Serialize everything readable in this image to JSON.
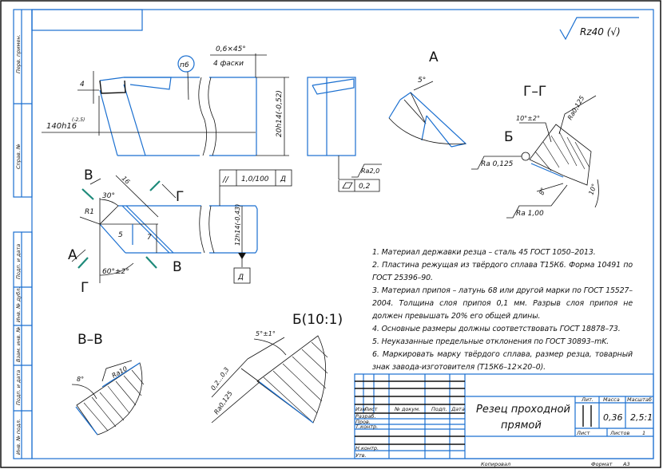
{
  "drawing": {
    "roughness_general": "Rz40 (√)",
    "views": {
      "view_a": "А",
      "section_gg": "Г–Г",
      "detail_b_mark": "Б",
      "section_vv": "В–В",
      "detail_b": "Б(10:1)"
    },
    "section_marks": {
      "v1": "В",
      "g1": "Г",
      "a": "А",
      "g2": "Г",
      "v2": "В"
    },
    "dimensions": {
      "length": "140h16",
      "length_tol": "(-2,5)",
      "height": "20h14(-0,52)",
      "width": "12h14(-0,43)",
      "insert_offset": "4",
      "chamfer": "0,6×45°",
      "chamfer_note": "4 фаски",
      "position": "п6",
      "angle_30": "30°",
      "dim_16": "16",
      "radius": "R1",
      "dim_5": "5",
      "dim_7": "7",
      "angle_60": "60°±2°",
      "angle_5": "5°",
      "angle_10_2": "10°±2°",
      "angle_8": "8°",
      "angle_10": "10°",
      "angle_8_vv": "8°",
      "angle_5_1": "5°±1°",
      "land": "0,2...0,3"
    },
    "roughness": {
      "ra20": "Ra2,0",
      "ra0125_a": "Ra0,125",
      "ra0125_b": "Ra 0,125",
      "ra100": "Ra 1,00",
      "ra10": "Ra10",
      "ra0125_c": "Ra0,125"
    },
    "tolerances": {
      "parallelism_symbol": "//",
      "parallelism_value": "1,0/100",
      "parallelism_datum": "Д",
      "flatness_value": "0,2",
      "datum": "Д"
    }
  },
  "notes": [
    "1. Материал державки резца – сталь 45 ГОСТ 1050–2013.",
    "2. Пластина режущая из твёрдого сплава Т15К6. Форма 10491 по ГОСТ 25396–90.",
    "3. Материал припоя – латунь 68 или другой марки по ГОСТ 15527–2004. Толщина слоя припоя 0,1 мм. Разрыв слоя припоя не должен превышать 20% его общей длины.",
    "4. Основные размеры должны соответствовать ГОСТ 18878–73.",
    "5. Неуказанные предельные отклонения по ГОСТ 30893–mK.",
    "6. Маркировать марку твёрдого сплава, размер резца, товарный знак завода-изготовителя (Т15К6–12×20–0)."
  ],
  "side_strip": [
    "Перв. примен.",
    "Справ. №",
    "Подп. и дата",
    "Инв. № дубл.",
    "Взам. инв. №",
    "Подп. и дата",
    "Инв. № подл."
  ],
  "title_block": {
    "title_line1": "Резец проходной",
    "title_line2": "прямой",
    "headers": {
      "izm": "Изм",
      "list": "Лист",
      "doc": "№ докум.",
      "sign": "Подп.",
      "date": "Дата"
    },
    "roles": [
      "Разраб.",
      "Пров.",
      "Т.контр.",
      "Н.контр.",
      "Утв."
    ],
    "lit_label": "Лит.",
    "mass_label": "Масса",
    "scale_label": "Масштаб",
    "mass": "0,36",
    "scale": "2,5:1",
    "sheet_label": "Лист",
    "sheets_label": "Листов",
    "sheets": "1",
    "copied": "Копировал",
    "format_label": "Формат",
    "format": "А3"
  }
}
